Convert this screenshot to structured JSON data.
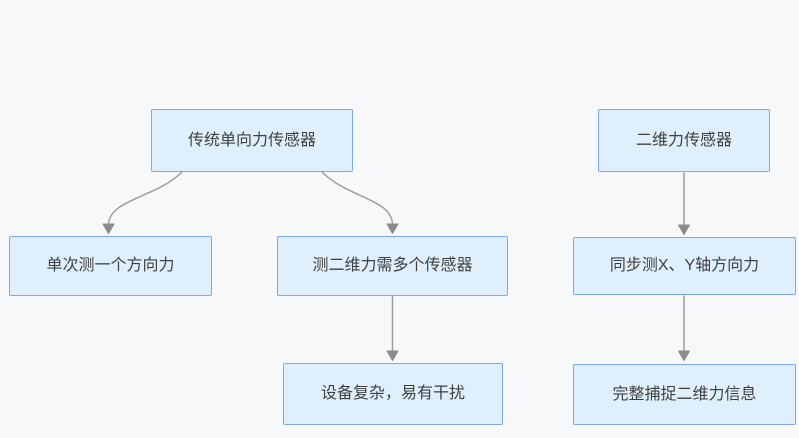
{
  "diagram": {
    "colors": {
      "background": "#f7f8fa",
      "node_fill": "#dff0fc",
      "node_border": "#7ea6e8",
      "arrow": "#9e9e9e",
      "text": "#3f3f3f"
    },
    "nodes": [
      {
        "id": "traditional-sensor",
        "label": "传统单向力传感器"
      },
      {
        "id": "single-direction",
        "label": "单次测一个方向力"
      },
      {
        "id": "multi-sensor-needed",
        "label": "测二维力需多个传感器"
      },
      {
        "id": "complex-interference",
        "label": "设备复杂，易有干扰"
      },
      {
        "id": "two-dim-sensor",
        "label": "二维力传感器"
      },
      {
        "id": "sync-xy-measure",
        "label": "同步测X、Y轴方向力"
      },
      {
        "id": "full-capture",
        "label": "完整捕捉二维力信息"
      }
    ],
    "edges": [
      {
        "from": "traditional-sensor",
        "to": "single-direction"
      },
      {
        "from": "traditional-sensor",
        "to": "multi-sensor-needed"
      },
      {
        "from": "multi-sensor-needed",
        "to": "complex-interference"
      },
      {
        "from": "two-dim-sensor",
        "to": "sync-xy-measure"
      },
      {
        "from": "sync-xy-measure",
        "to": "full-capture"
      }
    ]
  }
}
